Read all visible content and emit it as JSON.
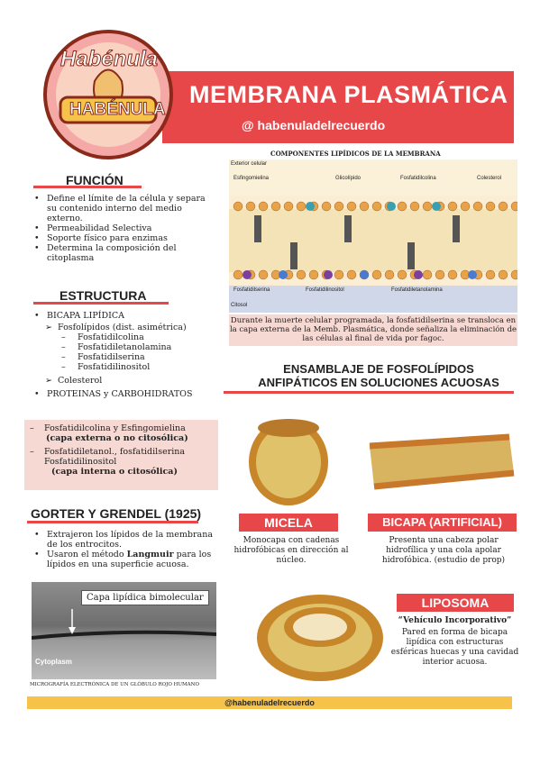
{
  "header": {
    "title": "MEMBRANA PLASMÁTICA",
    "handle": "@ habenuladelrecuerdo",
    "logo_top": "Habénula",
    "logo_bottom": "HABÉNULA"
  },
  "funcion": {
    "title": "FUNCIÓN",
    "items": [
      "Define el límite de la célula y separa su contenido interno del medio externo.",
      "Permeabilidad Selectiva",
      "Soporte físico para enzimas",
      "Determina la composición del citoplasma"
    ]
  },
  "estructura": {
    "title": "ESTRUCTURA",
    "bicapa": "BICAPA LIPÍDICA",
    "fosfolipidos": "Fosfolípidos (dist. asimétrica)",
    "fosfo_items": [
      "Fosfatidilcolina",
      "Fosfatidiletanolamina",
      "Fosfatidilserina",
      "Fosfatidilinositol"
    ],
    "colesterol": "Colesterol",
    "proteinas": "PROTEINAS y CARBOHIDRATOS"
  },
  "capas": {
    "externa_lipids": "Fosfatidilcolina y Esfingomielina",
    "externa_label": "(capa externa o no citosólica)",
    "interna_lipids": "Fosfatidiletanol., fosfatidilserina Fosfatidilinositol",
    "interna_label": "(capa interna o citosólica)"
  },
  "gorter": {
    "title": "GORTER Y GRENDEL (1925)",
    "items": [
      "Extrajeron los lípidos de la membrana de los entrocitos.",
      "Usaron el método Langmuir para los lípidos en una superficie acuosa."
    ],
    "bold_word": "Langmuir",
    "micrograph_label": "Capa lipídica bimolecular",
    "cytoplasm": "Cytoplasm",
    "caption": "MICROGRAFÍA ELECTRÓNICA DE UN GLÓBULO ROJO HUMANO"
  },
  "componentes": {
    "title": "COMPONENTES LIPÍDICOS DE LA MEMBRANA",
    "exterior": "Exterior celular",
    "citosol": "Citosol",
    "top_labels": [
      "Esfingomielina",
      "Glicolípido",
      "Fosfatidilcolina",
      "Colesterol"
    ],
    "bottom_labels": [
      "Fosfatidilserina",
      "Fosfatidilinositol",
      "Fosfatidiletanolamina"
    ],
    "note": "Durante la muerte celular programada, la fosfatidilserina se transloca en la capa externa de la Memb. Plasmática, donde señaliza la eliminación de las células al final de vida por fagoc."
  },
  "ensamblaje": {
    "title": "ENSAMBLAJE DE FOSFOLÍPIDOS ANFIPÁTICOS EN SOLUCIONES ACUOSAS",
    "micela_label": "MICELA",
    "micela_desc": "Monocapa con cadenas hidrofóbicas en dirección al núcleo.",
    "bicapa_label": "BICAPA (ARTIFICIAL)",
    "bicapa_desc": "Presenta una cabeza polar hidrofílica y una cola apolar hidrofóbica. (estudio de prop)",
    "liposoma_label": "LIPOSOMA",
    "liposoma_sub": "“Vehículo Incorporativo”",
    "liposoma_desc": "Pared en forma de bicapa lipídica con estructuras esféricas huecas y una cavidad interior acuosa."
  },
  "footer": "@habenuladelrecuerdo",
  "colors": {
    "accent": "#e8474a",
    "pink": "#f7d9d3",
    "footer": "#f7c24a"
  }
}
